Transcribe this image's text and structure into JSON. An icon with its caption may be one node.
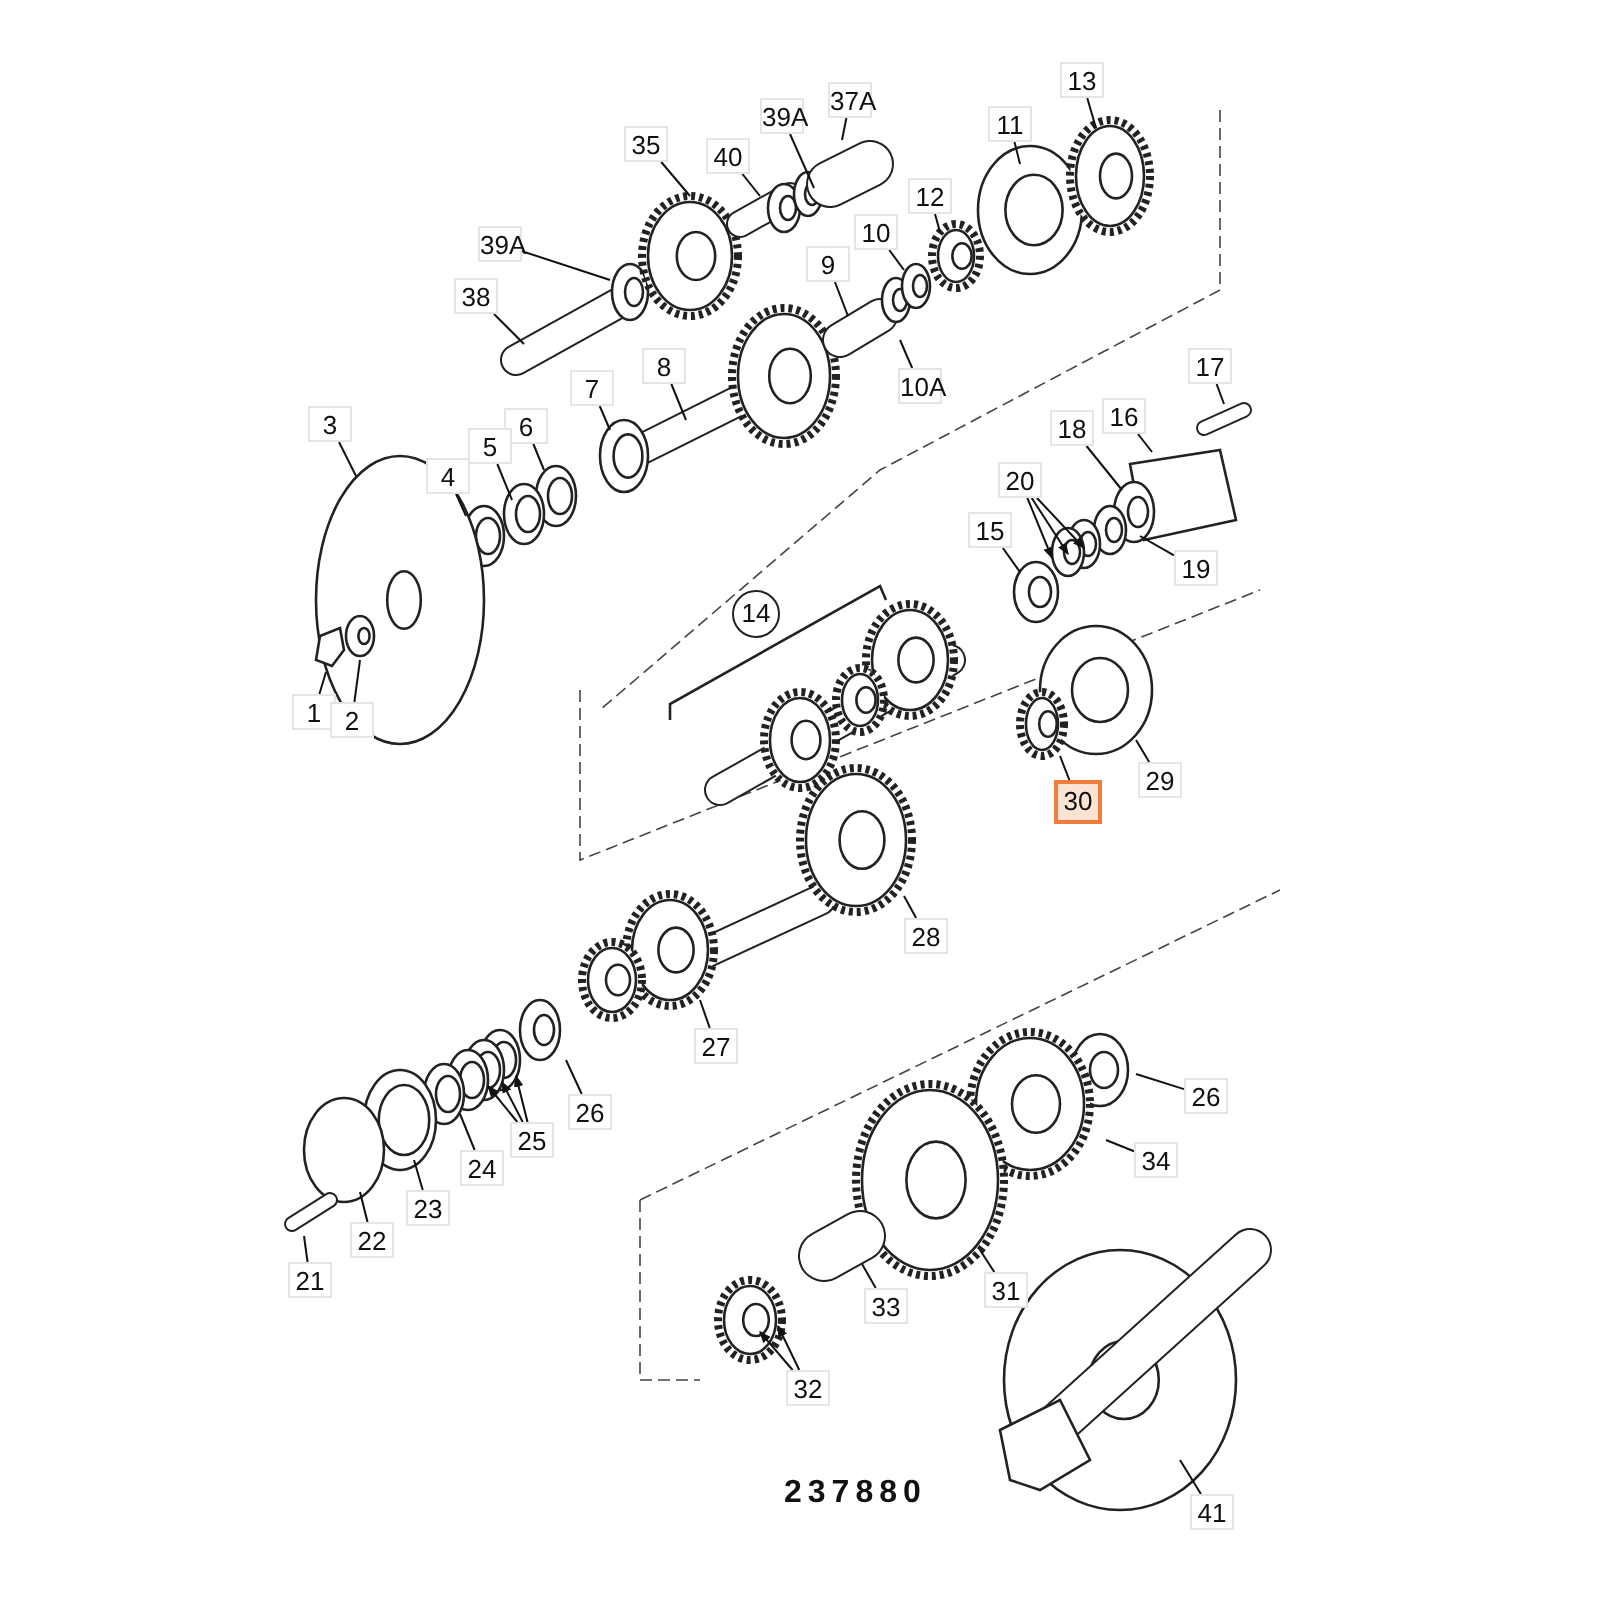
{
  "diagram": {
    "nodes": [
      {
        "text": [
          "13"
        ]
      },
      {
        "text": [
          "37A"
        ]
      },
      {
        "text": [
          "39A"
        ]
      },
      {
        "text": [
          "11"
        ]
      },
      {
        "text": [
          "40"
        ]
      },
      {
        "text": [
          "35"
        ]
      },
      {
        "text": [
          "12"
        ]
      },
      {
        "text": [
          "10"
        ]
      },
      {
        "text": [
          "9"
        ]
      },
      {
        "text": [
          "39A"
        ]
      },
      {
        "text": [
          "38"
        ]
      },
      {
        "text": [
          "10A"
        ]
      },
      {
        "text": [
          "17"
        ]
      },
      {
        "text": [
          "8"
        ]
      },
      {
        "text": [
          "7"
        ]
      },
      {
        "text": [
          "3"
        ]
      },
      {
        "text": [
          "16"
        ]
      },
      {
        "text": [
          "6"
        ]
      },
      {
        "text": [
          "5"
        ]
      },
      {
        "text": [
          "18"
        ]
      },
      {
        "text": [
          "4"
        ]
      },
      {
        "text": [
          "20"
        ]
      },
      {
        "text": [
          "19"
        ]
      },
      {
        "text": [
          "15"
        ]
      },
      {
        "text": [
          "14"
        ]
      },
      {
        "text": [
          "1"
        ]
      },
      {
        "text": [
          "2"
        ]
      },
      {
        "text": [
          "29"
        ]
      },
      {
        "text": [
          "30"
        ]
      },
      {
        "text": [
          "28"
        ]
      },
      {
        "text": [
          "27"
        ]
      },
      {
        "text": [
          "26"
        ]
      },
      {
        "text": [
          "25"
        ]
      },
      {
        "text": [
          "26"
        ]
      },
      {
        "text": [
          "24"
        ]
      },
      {
        "text": [
          "34"
        ]
      },
      {
        "text": [
          "23"
        ]
      },
      {
        "text": [
          "22"
        ]
      },
      {
        "text": [
          "21"
        ]
      },
      {
        "text": [
          "31"
        ]
      },
      {
        "text": [
          "33"
        ]
      },
      {
        "text": [
          "32"
        ]
      },
      {
        "text": [
          "41"
        ]
      }
    ],
    "edges": [
      {
        "from": 0,
        "to": null,
        "arrow": "none"
      },
      {
        "from": 1,
        "to": null,
        "arrow": "none"
      },
      {
        "from": 2,
        "to": null,
        "arrow": "none"
      },
      {
        "from": 3,
        "to": null,
        "arrow": "none"
      },
      {
        "from": 4,
        "to": null,
        "arrow": "none"
      },
      {
        "from": 5,
        "to": null,
        "arrow": "none"
      },
      {
        "from": 6,
        "to": null,
        "arrow": "none"
      },
      {
        "from": 7,
        "to": null,
        "arrow": "none"
      },
      {
        "from": 8,
        "to": null,
        "arrow": "none"
      },
      {
        "from": 9,
        "to": null,
        "arrow": "none"
      },
      {
        "from": 10,
        "to": null,
        "arrow": "none"
      },
      {
        "from": 11,
        "to": null,
        "arrow": "none"
      },
      {
        "from": 12,
        "to": null,
        "arrow": "none"
      },
      {
        "from": 13,
        "to": null,
        "arrow": "none"
      },
      {
        "from": 14,
        "to": null,
        "arrow": "none"
      },
      {
        "from": 15,
        "to": null,
        "arrow": "none"
      },
      {
        "from": 16,
        "to": null,
        "arrow": "none"
      },
      {
        "from": 17,
        "to": null,
        "arrow": "none"
      },
      {
        "from": 18,
        "to": null,
        "arrow": "none"
      },
      {
        "from": 19,
        "to": null,
        "arrow": "none"
      },
      {
        "from": 20,
        "to": null,
        "arrow": "none"
      },
      {
        "from": 21,
        "to": null,
        "arrow": "to"
      },
      {
        "from": 21,
        "to": null,
        "arrow": "to"
      },
      {
        "from": 21,
        "to": null,
        "arrow": "to"
      },
      {
        "from": 22,
        "to": null,
        "arrow": "none"
      },
      {
        "from": 23,
        "to": null,
        "arrow": "none"
      },
      {
        "from": 25,
        "to": null,
        "arrow": "none"
      },
      {
        "from": 26,
        "to": null,
        "arrow": "none"
      },
      {
        "from": 27,
        "to": null,
        "arrow": "none"
      },
      {
        "from": 28,
        "to": null,
        "arrow": "none"
      },
      {
        "from": 29,
        "to": null,
        "arrow": "none"
      },
      {
        "from": 30,
        "to": null,
        "arrow": "none"
      },
      {
        "from": 31,
        "to": null,
        "arrow": "none"
      },
      {
        "from": 32,
        "to": null,
        "arrow": "to"
      },
      {
        "from": 32,
        "to": null,
        "arrow": "to"
      },
      {
        "from": 32,
        "to": null,
        "arrow": "to"
      },
      {
        "from": 33,
        "to": null,
        "arrow": "none"
      },
      {
        "from": 34,
        "to": null,
        "arrow": "none"
      },
      {
        "from": 35,
        "to": null,
        "arrow": "none"
      },
      {
        "from": 36,
        "to": null,
        "arrow": "none"
      },
      {
        "from": 37,
        "to": null,
        "arrow": "none"
      },
      {
        "from": 38,
        "to": null,
        "arrow": "none"
      },
      {
        "from": 39,
        "to": null,
        "arrow": "none"
      },
      {
        "from": 40,
        "to": null,
        "arrow": "none"
      },
      {
        "from": 41,
        "to": null,
        "arrow": "to"
      },
      {
        "from": 41,
        "to": null,
        "arrow": "to"
      },
      {
        "from": 42,
        "to": null,
        "arrow": "none"
      }
    ],
    "labels": [
      "237880"
    ]
  }
}
